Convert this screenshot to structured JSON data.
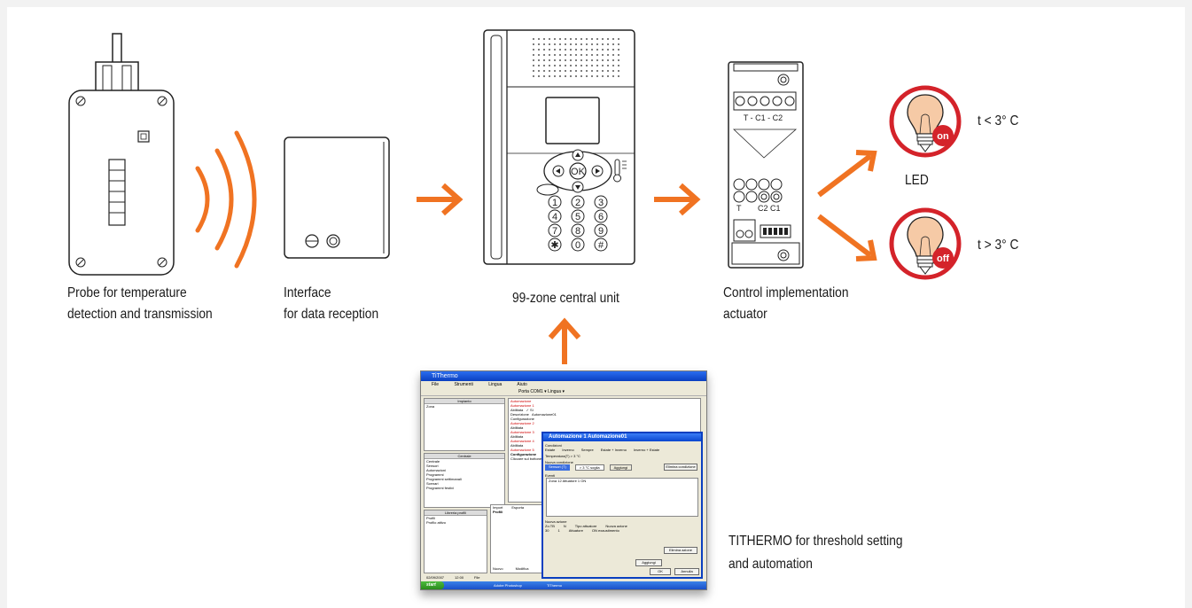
{
  "labels": {
    "probe_line1": "Probe for temperature",
    "probe_line2": "detection and transmission",
    "interface_line1": "Interface",
    "interface_line2": "for data reception",
    "central_unit": "99-zone central unit",
    "actuator_line1": "Control implementation",
    "actuator_line2": "actuator",
    "led": "LED",
    "tithermo_line1": "TITHERMO for threshold setting",
    "tithermo_line2": "and automation"
  },
  "conditions": {
    "on_condition": "t < 3° C",
    "off_condition": "t > 3° C",
    "on_badge": "on",
    "off_badge": "off"
  },
  "keypad": {
    "ok": "OK",
    "keys": [
      "1",
      "2",
      "3",
      "4",
      "5",
      "6",
      "7",
      "8",
      "9",
      "✱",
      "0",
      "#"
    ]
  },
  "actuator_terminals": {
    "top": "T  -  C1  -  C2",
    "bottom_left": "T",
    "bottom_right": "C2 C1"
  },
  "software": {
    "window_title": "TiThermo",
    "menu": [
      "File",
      "Strumenti",
      "Lingua",
      "Aiuto"
    ],
    "toolbar_text": "Porta  COM1  ▾  Lingua  ▾",
    "impianto_header": "Impianto",
    "impianto_item": "Zona",
    "centrale_header": "Centrale",
    "centrale_items": [
      "Centrale",
      "Sensori",
      "Automazioni",
      "Programmi",
      "Programmi settimanali",
      "Scenari",
      "Programmi festivi"
    ],
    "libreria_header": "Libreria profili",
    "libreria_items": [
      "Profili",
      "Profilo attivo"
    ],
    "right_items": [
      "Automazione",
      "Automazione 1",
      "Abilitata",
      "Descrizione",
      "Configurazione",
      "Automazione 2",
      "Abilitata",
      "Automazione 3",
      "Abilitata",
      "Automazione 4",
      "Abilitata",
      "Automazione 5"
    ],
    "enabled_value": "Si",
    "description_value": "Automazione01",
    "config_title": "Configurazione",
    "config_desc": "Cliccare sul bottone per sel",
    "profili_label": "Profili",
    "bottom_buttons": [
      "Nuovo",
      "Modifica"
    ],
    "import_export": [
      "Import",
      "Esporta"
    ],
    "status_left": [
      "02/09/2007",
      "12:00"
    ],
    "status_file": "File",
    "dialog": {
      "title": "Automazione 1   Automazione01",
      "conditions_label": "Condizioni",
      "radios": [
        "Estate",
        "Inverno",
        "Sempre",
        "Estate + Inverno",
        "Inverno + Estate"
      ],
      "temperature_line": "Temperatura(T) > 3 °C",
      "new_condition": "Nuova condizione",
      "select1": "Sensori (T)",
      "select2": "> 3 °C soglia",
      "add_button": "Aggiungi",
      "remove_button1": "Elimina condizione",
      "events_label": "Eventi",
      "event_line": "Zona 12 Attuatore 1 ON",
      "new_action": "Nuova azione",
      "cols": [
        "Zo.TB",
        "N",
        "Tipo attuatore",
        "Nuova azione"
      ],
      "vals": [
        "30",
        "1",
        "Attuatore",
        "ON exaustimento"
      ],
      "add2": "Aggiungi",
      "remove_button2": "Elimina azione",
      "ok": "OK",
      "cancel": "Annulla"
    },
    "taskbar": [
      "start",
      "Adobe Photoshop",
      "TiThermo"
    ]
  }
}
